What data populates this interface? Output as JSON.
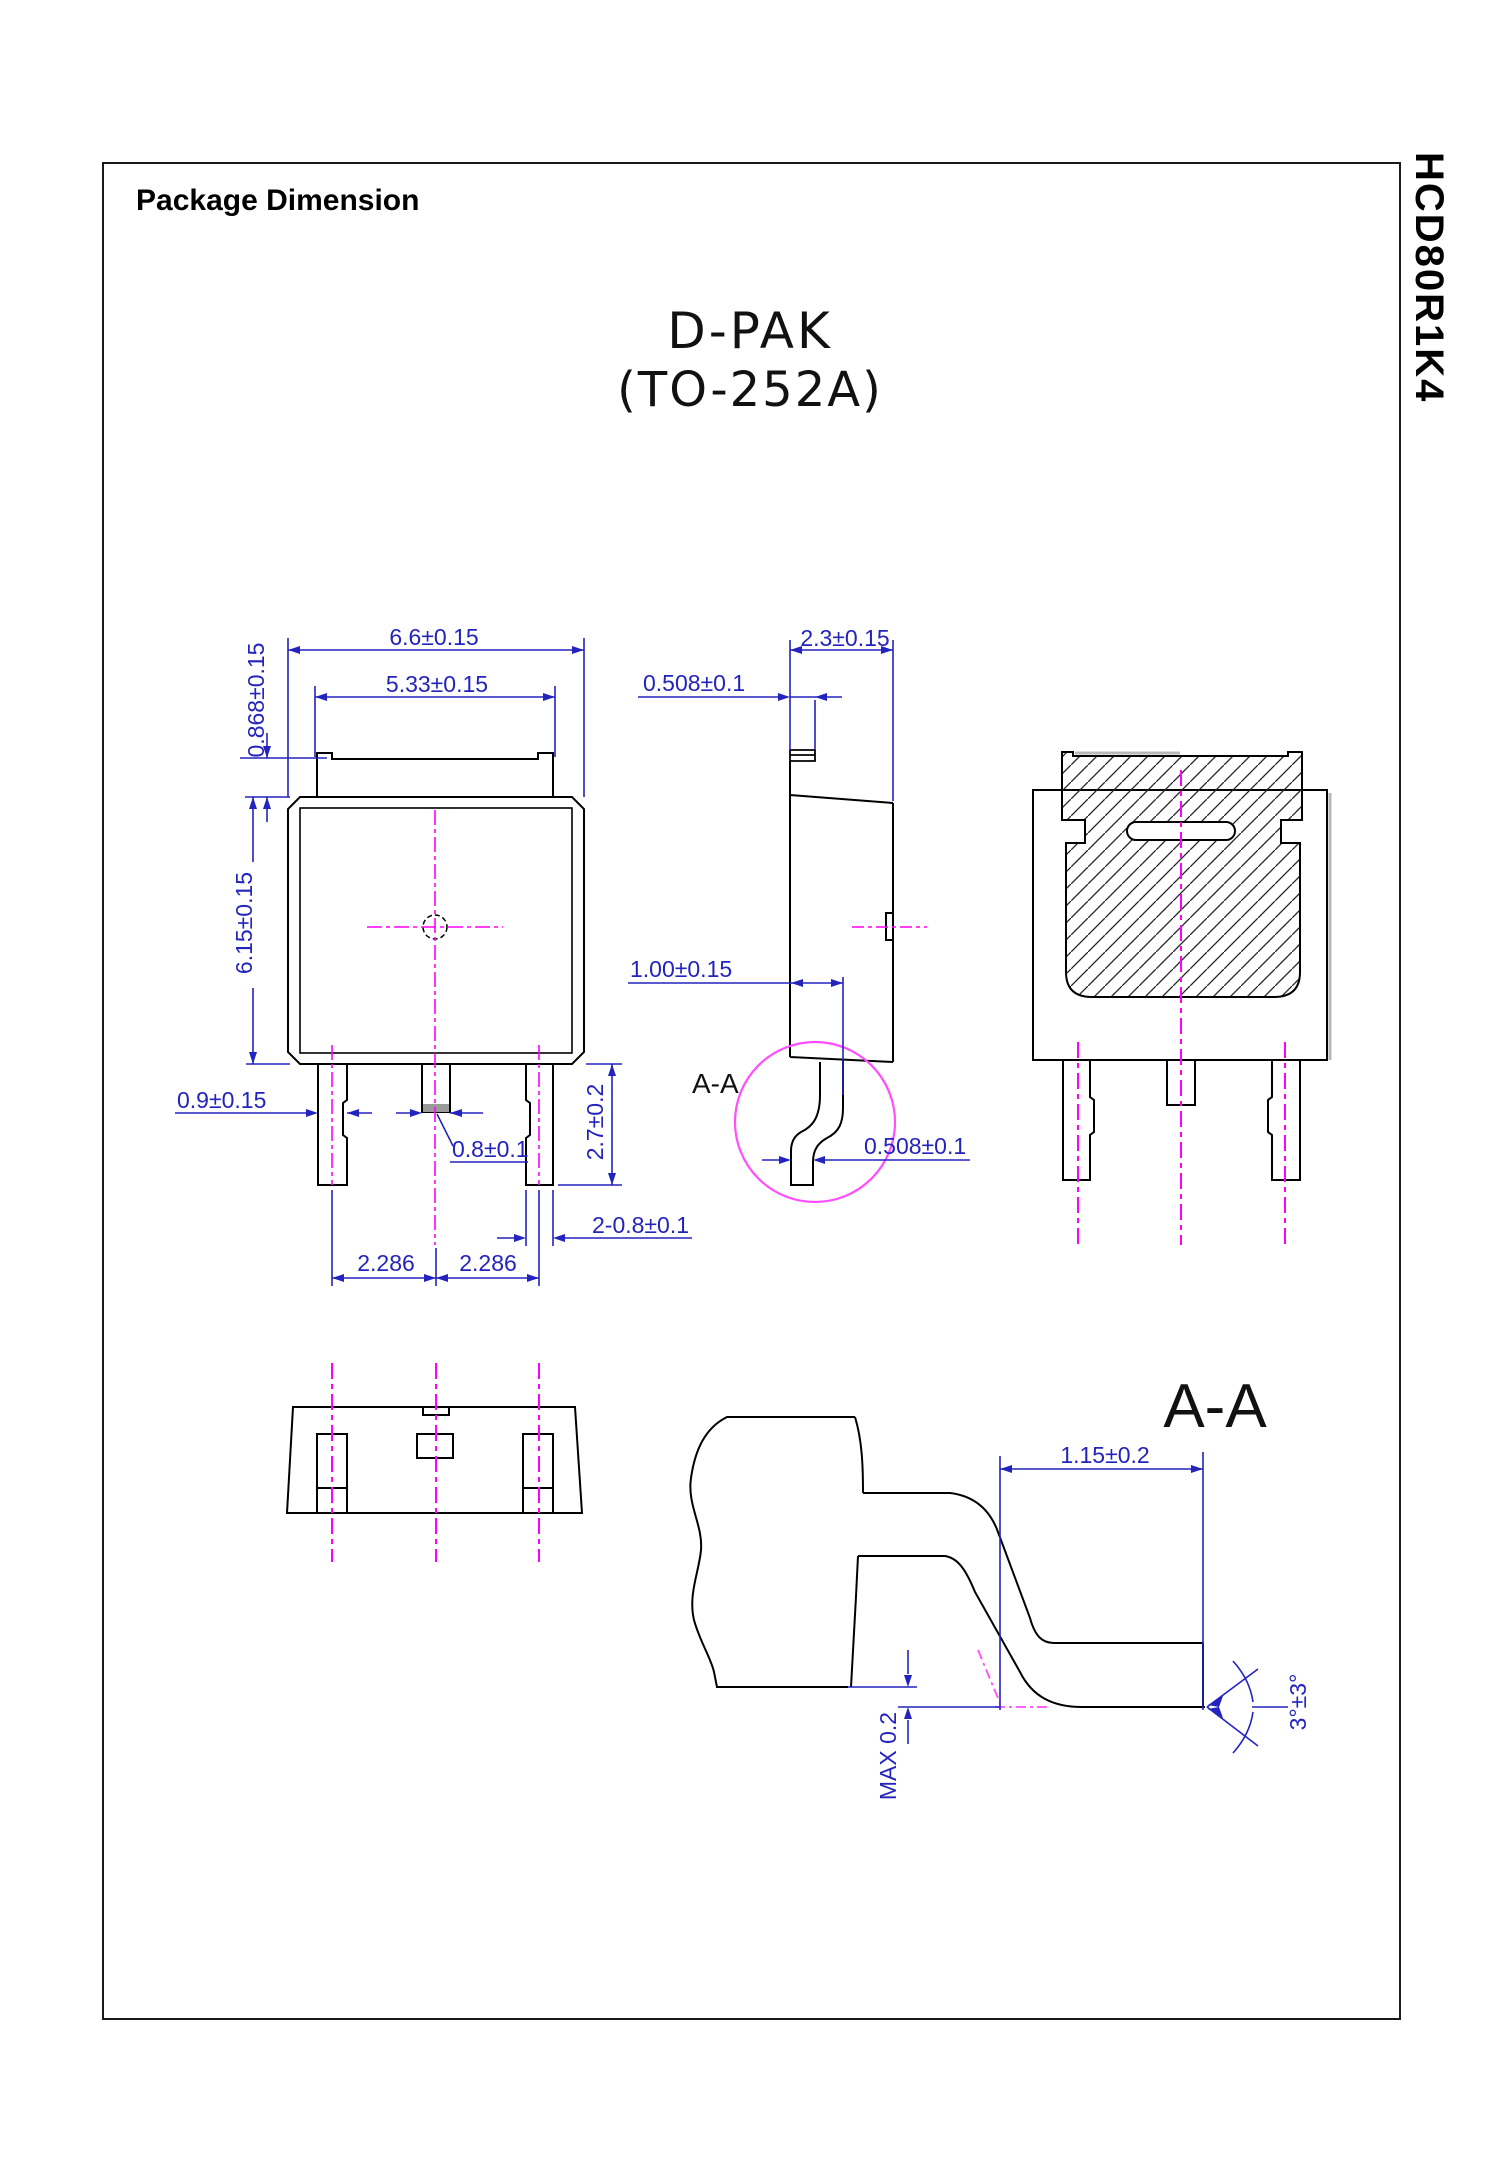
{
  "page": {
    "title": "Package Dimension",
    "part_number": "HCD80R1K4"
  },
  "drawing": {
    "package_name": "D-PAK",
    "package_code": "(TO-252A)"
  },
  "front_view": {
    "dim_body_width": "6.6±0.15",
    "dim_tab_width": "5.33±0.15",
    "dim_tab_step_height": "0.868±0.15",
    "dim_body_height": "6.15±0.15",
    "dim_outer_lead_width": "0.9±0.15",
    "dim_center_lead_width": "0.8±0.1",
    "dim_lead_length": "2.7±0.2",
    "dim_outer_lead_note": "2-0.8±0.1",
    "dim_pitch_left": "2.286",
    "dim_pitch_right": "2.286"
  },
  "side_view": {
    "dim_body_thickness": "2.3±0.15",
    "dim_tab_thickness": "0.508±0.1",
    "dim_lead_setback": "1.00±0.15",
    "dim_lead_thickness": "0.508±0.1",
    "section_label": "A-A"
  },
  "section_view": {
    "title": "A-A",
    "dim_foot_length": "1.15±0.2",
    "dim_standoff": "MAX 0.2",
    "dim_foot_angle": "3°±3°"
  },
  "colors": {
    "dimension_blue": "#2323bd",
    "centerline_magenta": "#ff00ff",
    "section_circle_magenta": "#ff4dff",
    "outline_black": "#000000",
    "cut_gray": "#9a9a9a"
  }
}
